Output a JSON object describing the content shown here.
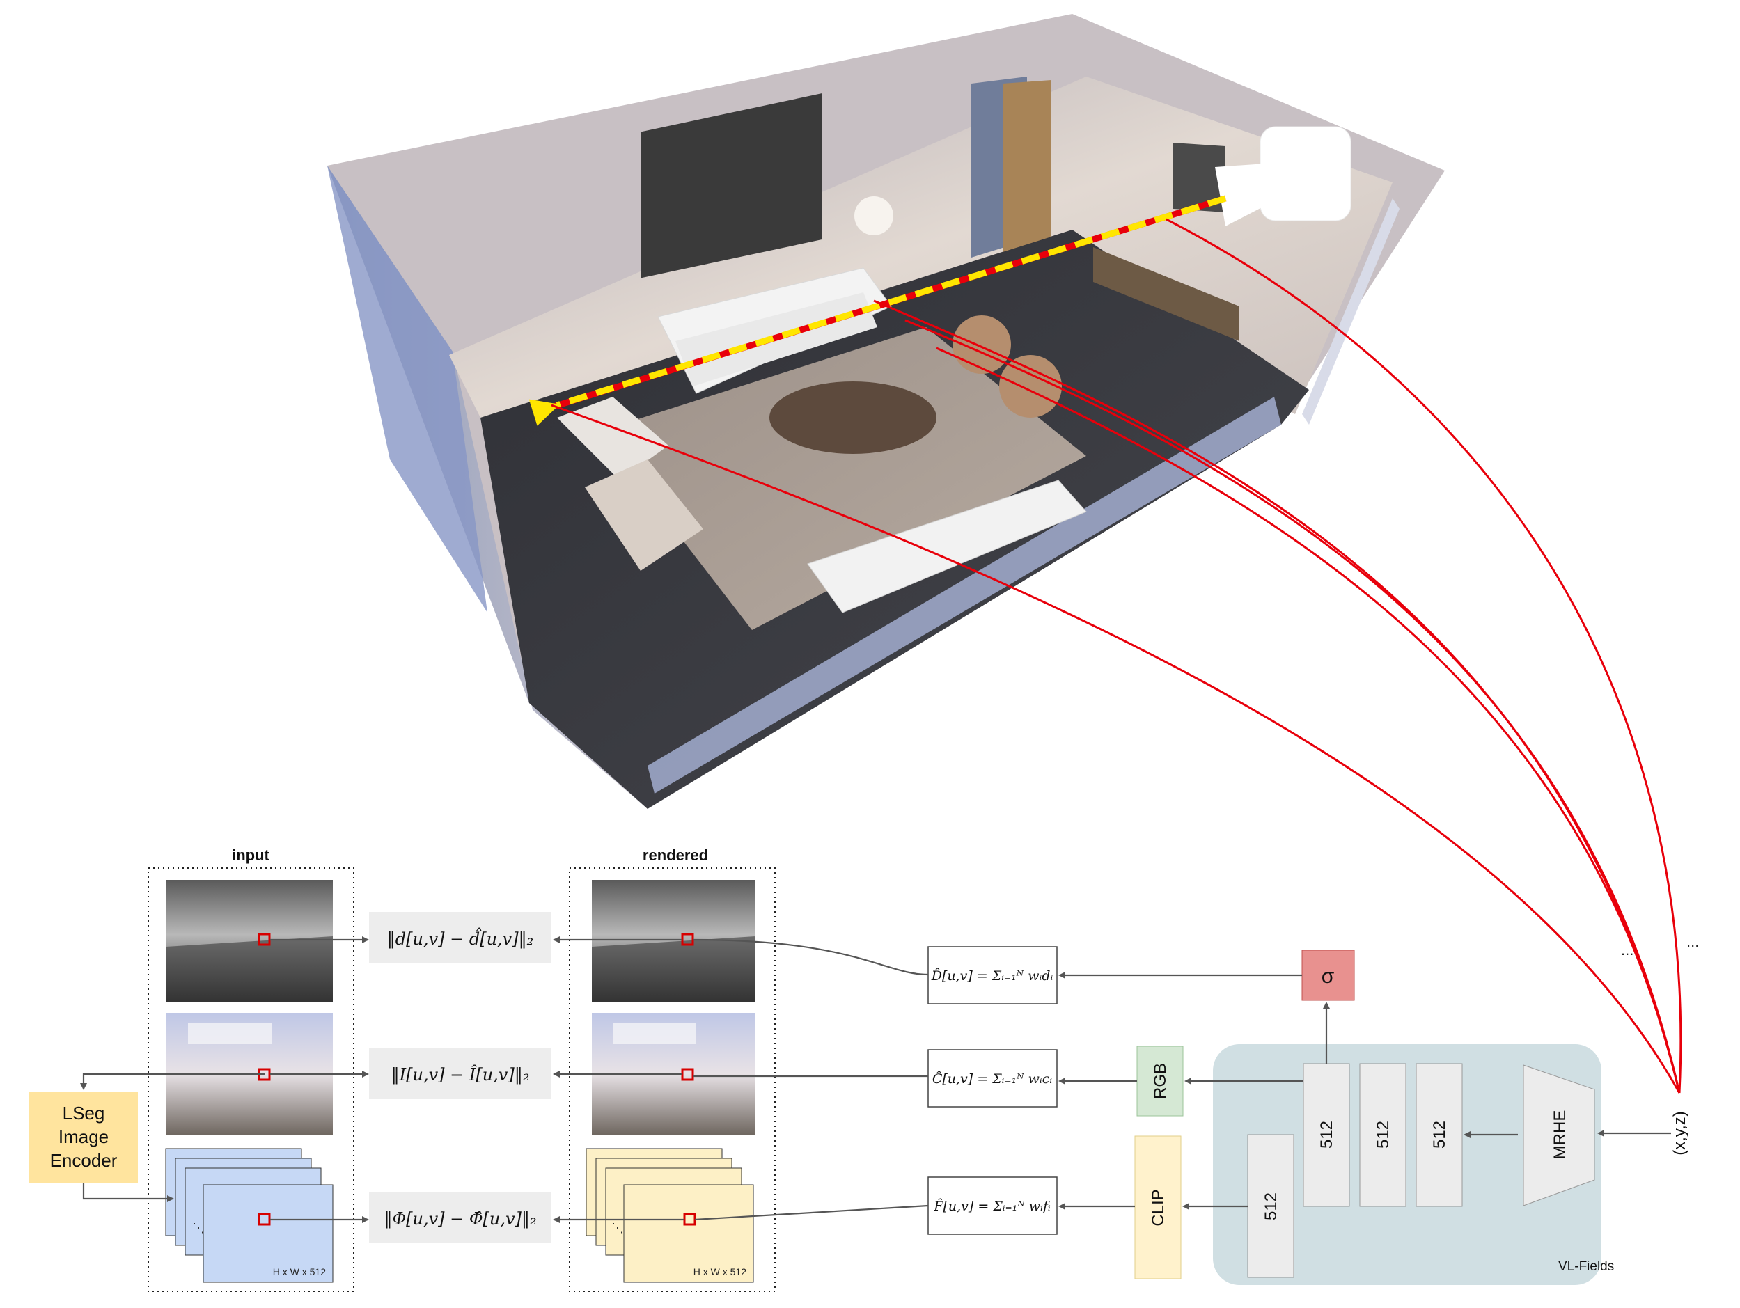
{
  "panels": {
    "input_title": "input",
    "rendered_title": "rendered",
    "feature_dims": "H x W x 512"
  },
  "losses": {
    "depth": "‖d[u,v] − d̂[u,v]‖₂",
    "color": "‖I[u,v] − Î[u,v]‖₂",
    "feature": "‖Φ[u,v] − Φ̂[u,v]‖₂"
  },
  "renders": {
    "depth": "D̂[u,v] = Σᵢ₌₁ᴺ wᵢdᵢ",
    "color": "Ĉ[u,v] = Σᵢ₌₁ᴺ wᵢcᵢ",
    "feature": "F̂[u,v] = Σᵢ₌₁ᴺ wᵢfᵢ"
  },
  "heads": {
    "sigma": "σ",
    "rgb": "RGB",
    "clip": "CLIP"
  },
  "encoder": {
    "line1": "LSeg",
    "line2": "Image",
    "line3": "Encoder"
  },
  "network": {
    "name": "VL-Fields",
    "layer_width": "512",
    "mrhe": "MRHE"
  },
  "query": {
    "point": "(x,y,z)",
    "ellipsis": "..."
  },
  "colors": {
    "ray": "#e8000b",
    "dash": "#ffe600",
    "encoder_box": "#ffe49e",
    "sigma_box": "#e8918f",
    "rgb_box": "#d5e8d4",
    "clip_box": "#fff2cc",
    "network_bg": "#d0dfe3",
    "layer_box": "#ececec",
    "loss_box": "#ededed",
    "feature_blue": "#c6d8f5",
    "feature_yellow": "#fdf0c6"
  },
  "icons": [
    "camera-icon",
    "room-3d-render",
    "depth-image",
    "rgb-image",
    "feature-map-stack"
  ]
}
